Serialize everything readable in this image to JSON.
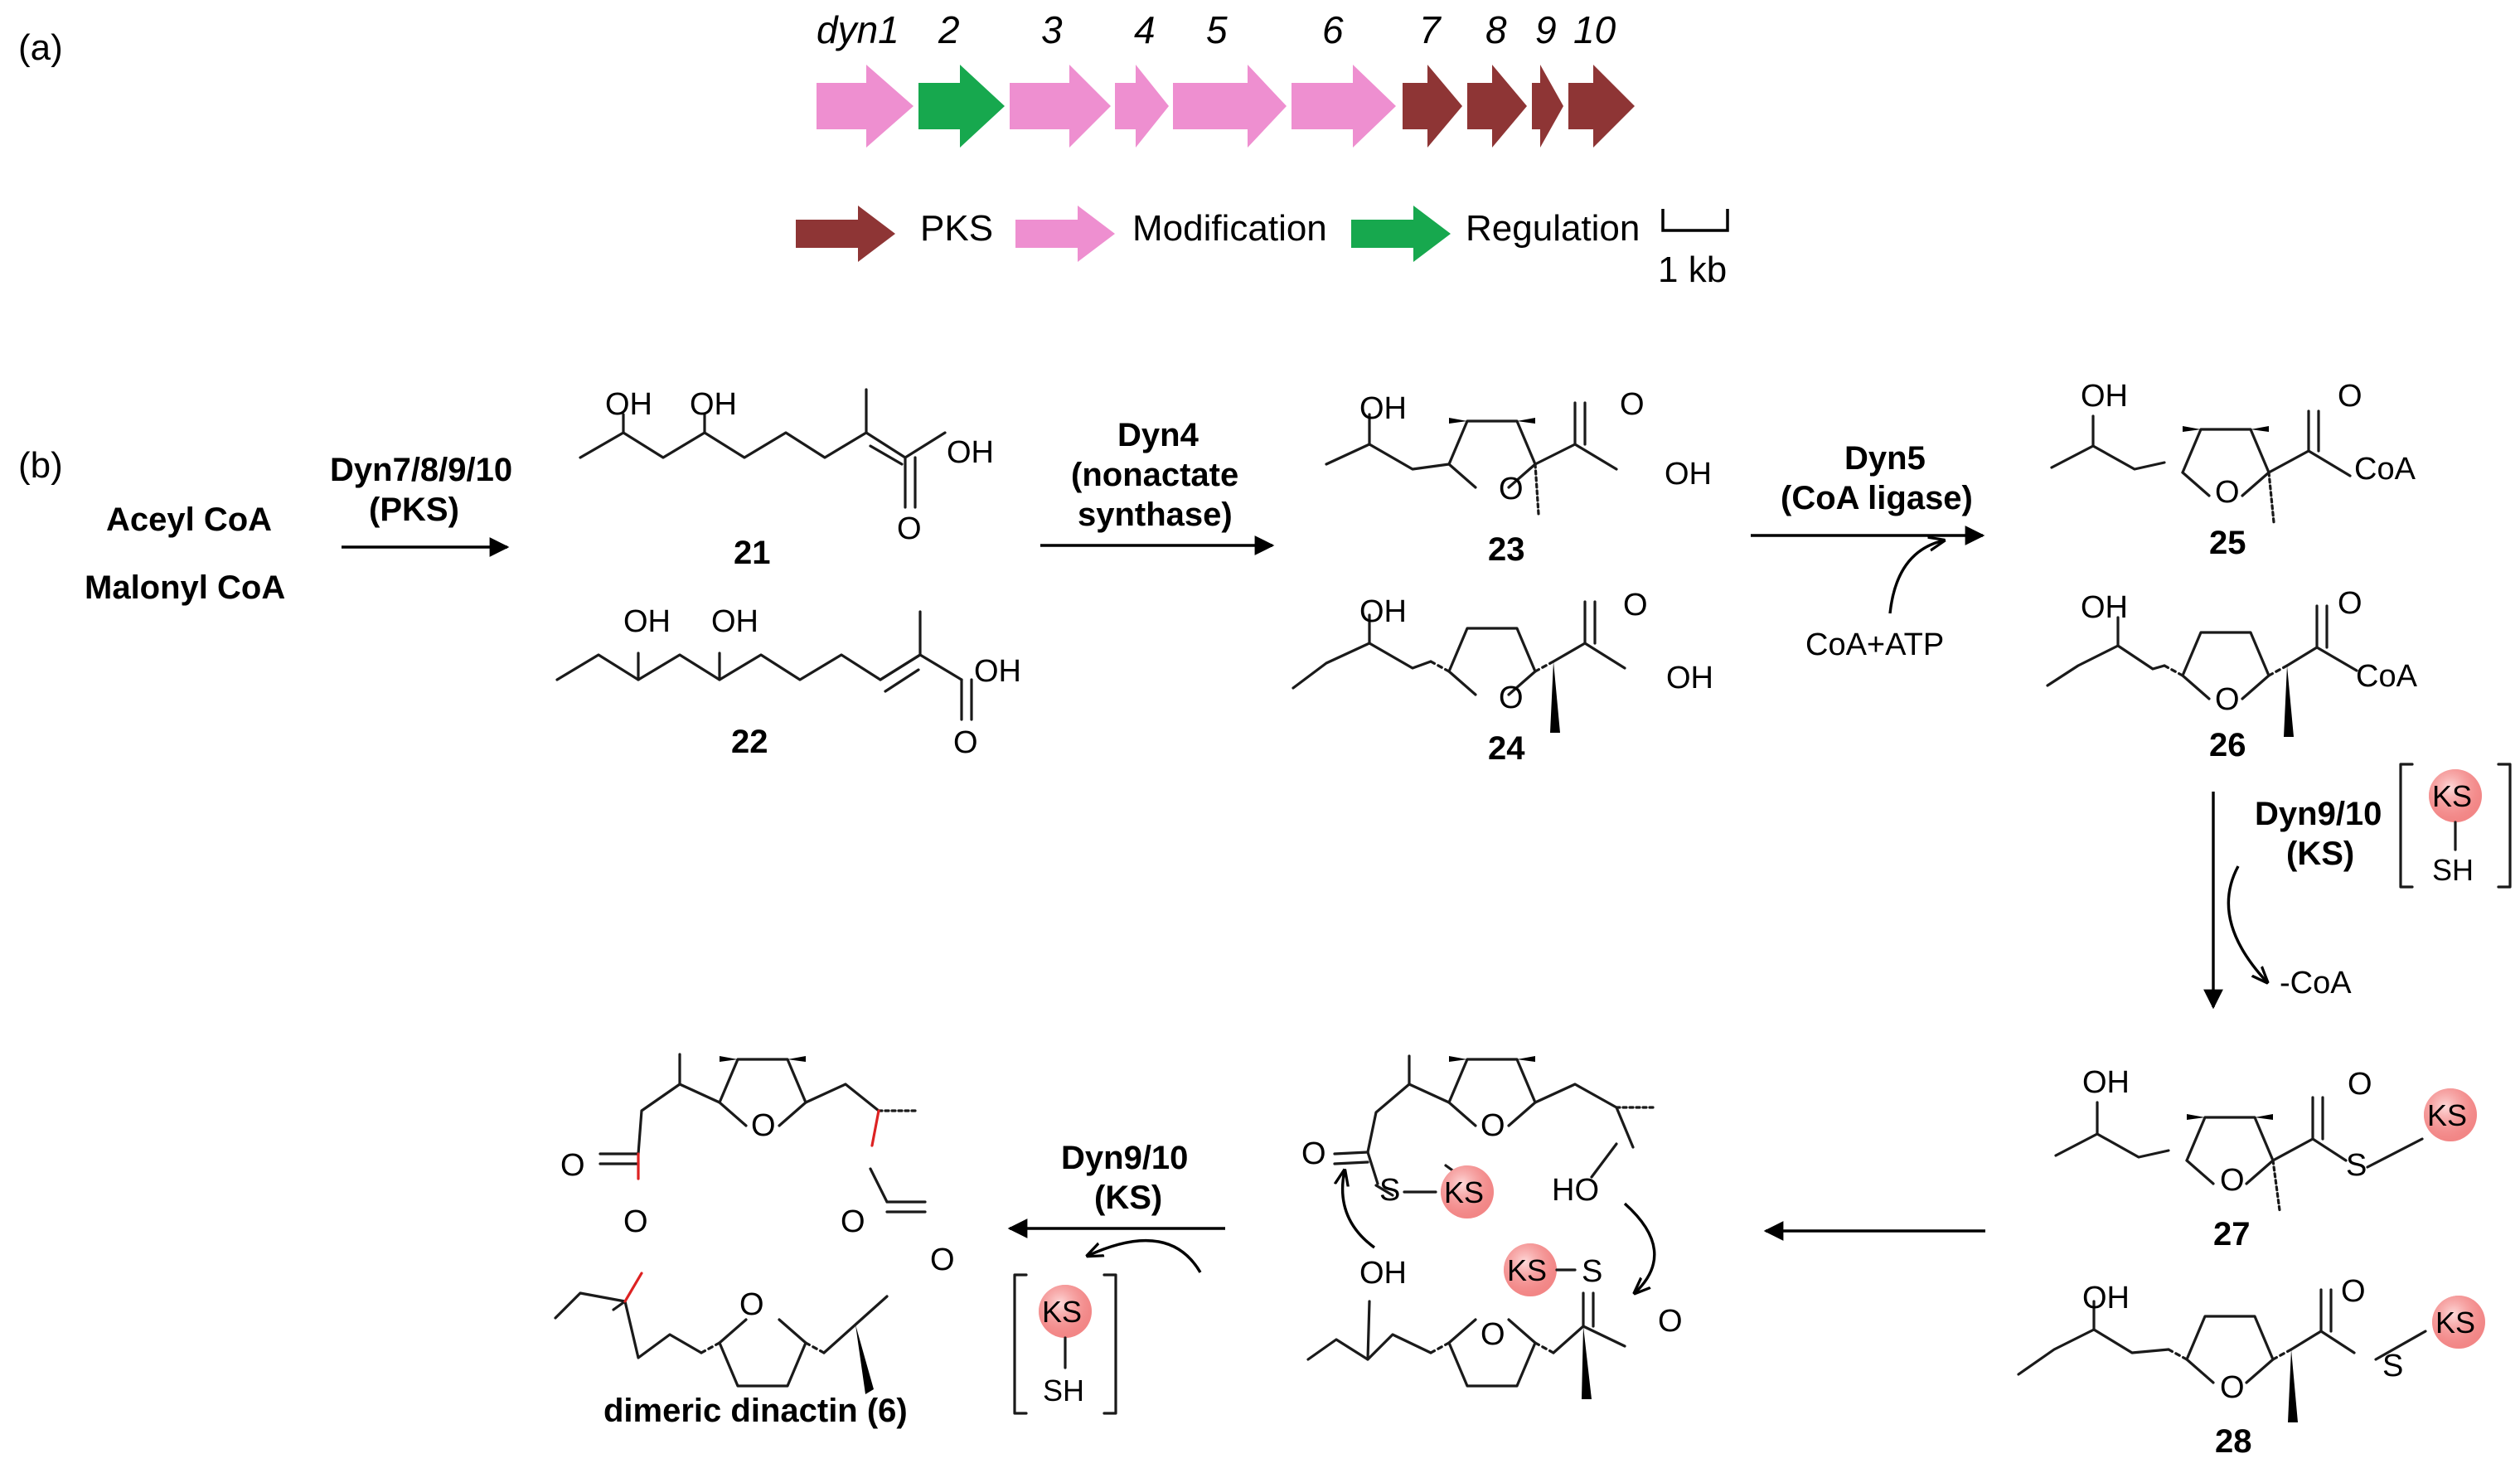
{
  "panel_labels": {
    "a": "(a)",
    "b": "(b)"
  },
  "genes": [
    {
      "label": "dyn1",
      "type": "modification"
    },
    {
      "label": "2",
      "type": "regulation"
    },
    {
      "label": "3",
      "type": "modification"
    },
    {
      "label": "4",
      "type": "modification"
    },
    {
      "label": "5",
      "type": "modification"
    },
    {
      "label": "6",
      "type": "modification"
    },
    {
      "label": "7",
      "type": "pks"
    },
    {
      "label": "8",
      "type": "pks"
    },
    {
      "label": "9",
      "type": "pks"
    },
    {
      "label": "10",
      "type": "pks"
    }
  ],
  "colors": {
    "pks": "#8e3535",
    "modification": "#ee8fd0",
    "regulation": "#17a84e",
    "ks_fill": "#f38b8b",
    "red_bond": "#dd2222"
  },
  "legend": {
    "pks": "PKS",
    "modification": "Modification",
    "regulation": "Regulation",
    "scale": "1 kb"
  },
  "substrates": {
    "acyl": "Aceyl CoA",
    "malonyl": "Malonyl CoA"
  },
  "enzymes": {
    "pks_name": "Dyn7/8/9/10",
    "pks_role": "(PKS)",
    "dyn4_name": "Dyn4",
    "dyn4_role1": "(nonactate",
    "dyn4_role2": "synthase)",
    "dyn5_name": "Dyn5",
    "dyn5_role": "(CoA ligase)",
    "cofactor": "CoA+ATP",
    "ks_name": "Dyn9/10",
    "ks_role": "(KS)",
    "coa_release": "-CoA",
    "ks2_name": "Dyn9/10",
    "ks2_role": "(KS)"
  },
  "compounds": {
    "c21": "21",
    "c22": "22",
    "c23": "23",
    "c24": "24",
    "c25": "25",
    "c26": "26",
    "c27": "27",
    "c28": "28",
    "final": "dimeric dinactin (6)"
  },
  "atoms": {
    "OH": "OH",
    "O": "O",
    "CoA": "CoA",
    "S": "S",
    "KS": "KS",
    "SH": "SH",
    "HO": "HO"
  }
}
